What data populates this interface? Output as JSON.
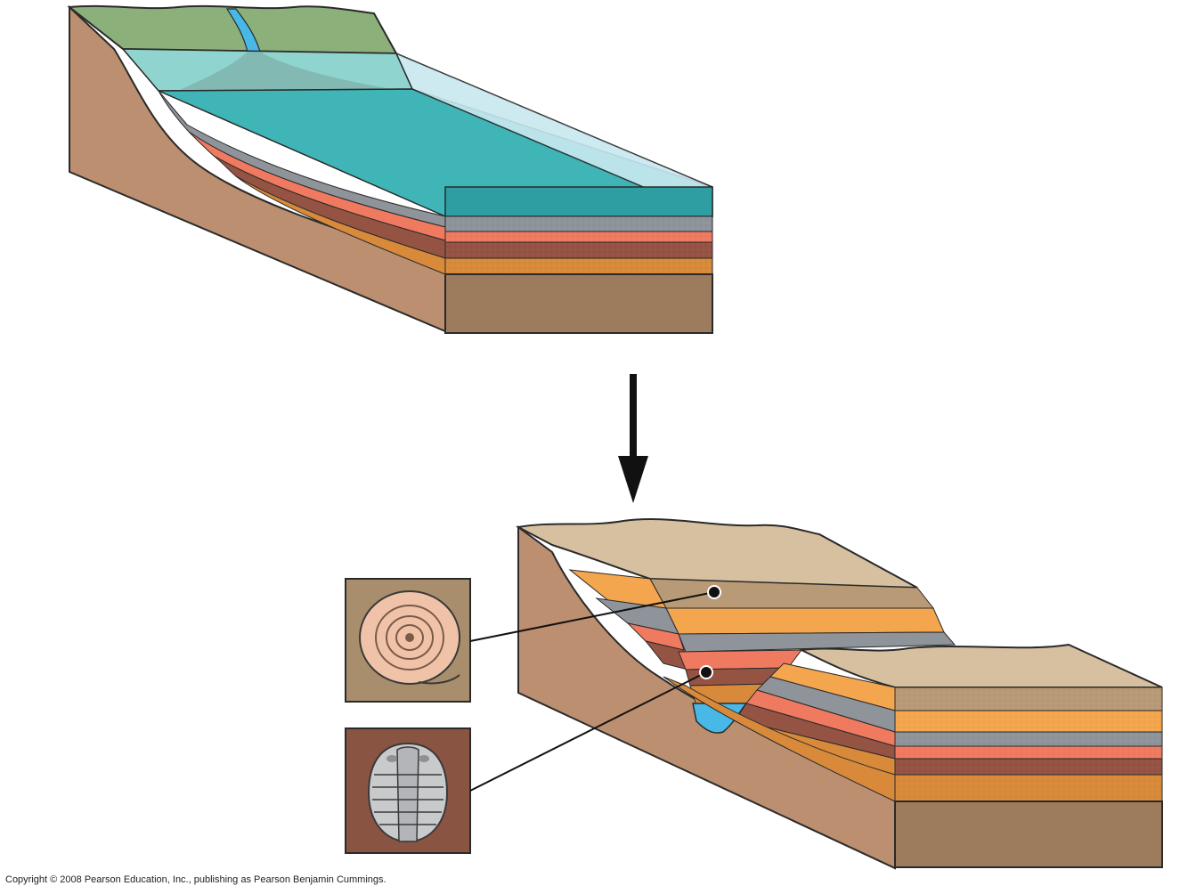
{
  "figure": {
    "copyright": "Copyright © 2008 Pearson Education, Inc., publishing as Pearson Benjamin Cummings.",
    "panels": [
      {
        "id": "top",
        "depicts": "sediment layers deposited on a sea floor beside a river delta"
      },
      {
        "id": "bottom",
        "depicts": "uplifted strata cut by a river valley with fossils in exposed layers"
      }
    ],
    "arrow_direction": "down",
    "fossils": [
      {
        "name": "ammonite-shell",
        "background": "#a88e6c"
      },
      {
        "name": "trilobite",
        "background": "#8a5443"
      }
    ]
  },
  "colors": {
    "water": "#40b5b8",
    "water_light": "#c8e8f0",
    "land_green": "#8cb07a",
    "rock_side": "#bb8f70",
    "bedrock": "#9c7c5d",
    "gray_layer": "#8f939a",
    "red_layer": "#f07a5f",
    "brown_layer": "#955343",
    "orange_layer": "#d88a3a",
    "yellow_layer": "#f3a64d",
    "sand_top": "#d7c0a0",
    "river_blue": "#48b8e6"
  }
}
